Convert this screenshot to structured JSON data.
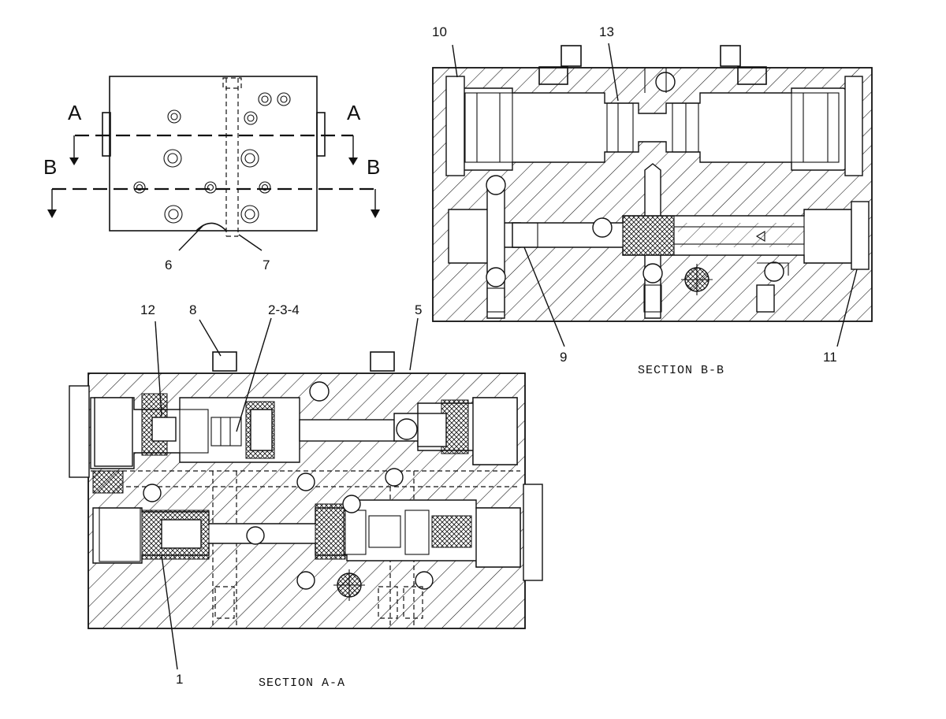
{
  "top_view": {
    "cut_a_left": "A",
    "cut_a_right": "A",
    "cut_b_left": "B",
    "cut_b_right": "B",
    "callouts": [
      "6",
      "7"
    ]
  },
  "section_aa": {
    "title": "SECTION A-A",
    "callouts": [
      "12",
      "8",
      "2-3-4",
      "5",
      "1"
    ]
  },
  "section_bb": {
    "title": "SECTION B-B",
    "callouts": [
      "10",
      "13",
      "9",
      "11"
    ]
  }
}
